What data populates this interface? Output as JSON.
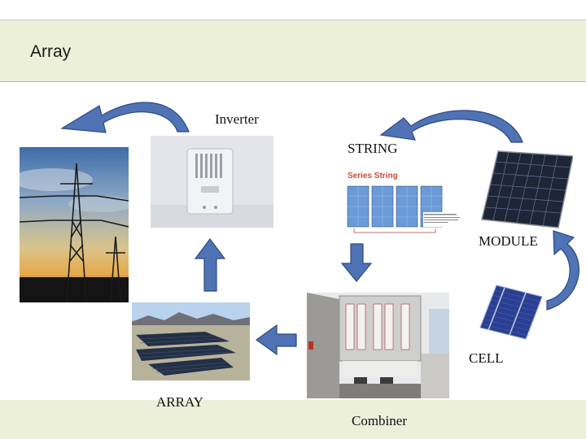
{
  "slide": {
    "title": "Array",
    "colors": {
      "band": "#ecf0d9",
      "arrow_fill": "#4f73b5",
      "arrow_stroke": "#2c4a82"
    }
  },
  "labels": {
    "inverter": "Inverter",
    "string": "STRING",
    "module": "MODULE",
    "cell": "CELL",
    "array": "ARRAY",
    "combiner": "Combiner"
  },
  "images": {
    "string_diagram_caption": "Series String"
  }
}
